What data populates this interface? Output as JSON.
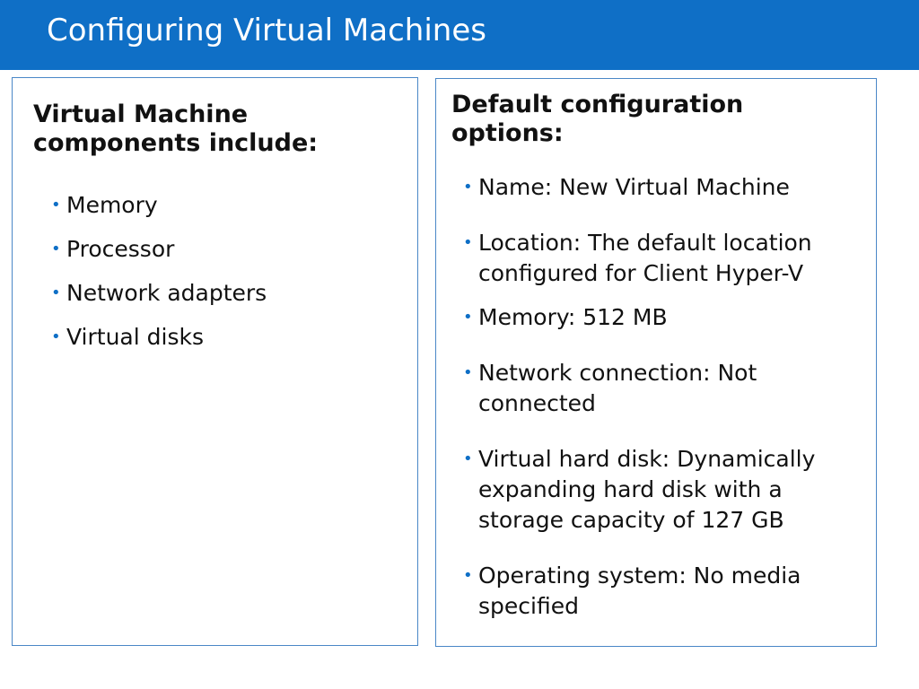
{
  "slide": {
    "title": "Configuring Virtual Machines",
    "accent_color": "#0f6fc6",
    "border_color": "#4a87c7",
    "text_color": "#111111"
  },
  "left_panel": {
    "heading_lines": [
      "Virtual Machine",
      "components include:"
    ],
    "bullet_symbol": "•",
    "items": [
      "Memory",
      "Processor",
      "Network adapters",
      "Virtual disks"
    ]
  },
  "right_panel": {
    "heading_lines": [
      "Default configuration",
      "options:"
    ],
    "bullet_symbol": "•",
    "items": [
      {
        "lines": [
          "Name: New Virtual Machine"
        ]
      },
      {
        "lines": [
          "Location: The default location",
          "configured for Client Hyper-V"
        ]
      },
      {
        "lines": [
          "Memory: 512 MB"
        ]
      },
      {
        "lines": [
          "Network connection: Not",
          "connected"
        ]
      },
      {
        "lines": [
          "Virtual hard disk: Dynamically",
          "expanding hard disk with a",
          "storage capacity of 127 GB"
        ]
      },
      {
        "lines": [
          "Operating system: No media",
          "specified"
        ]
      }
    ]
  }
}
